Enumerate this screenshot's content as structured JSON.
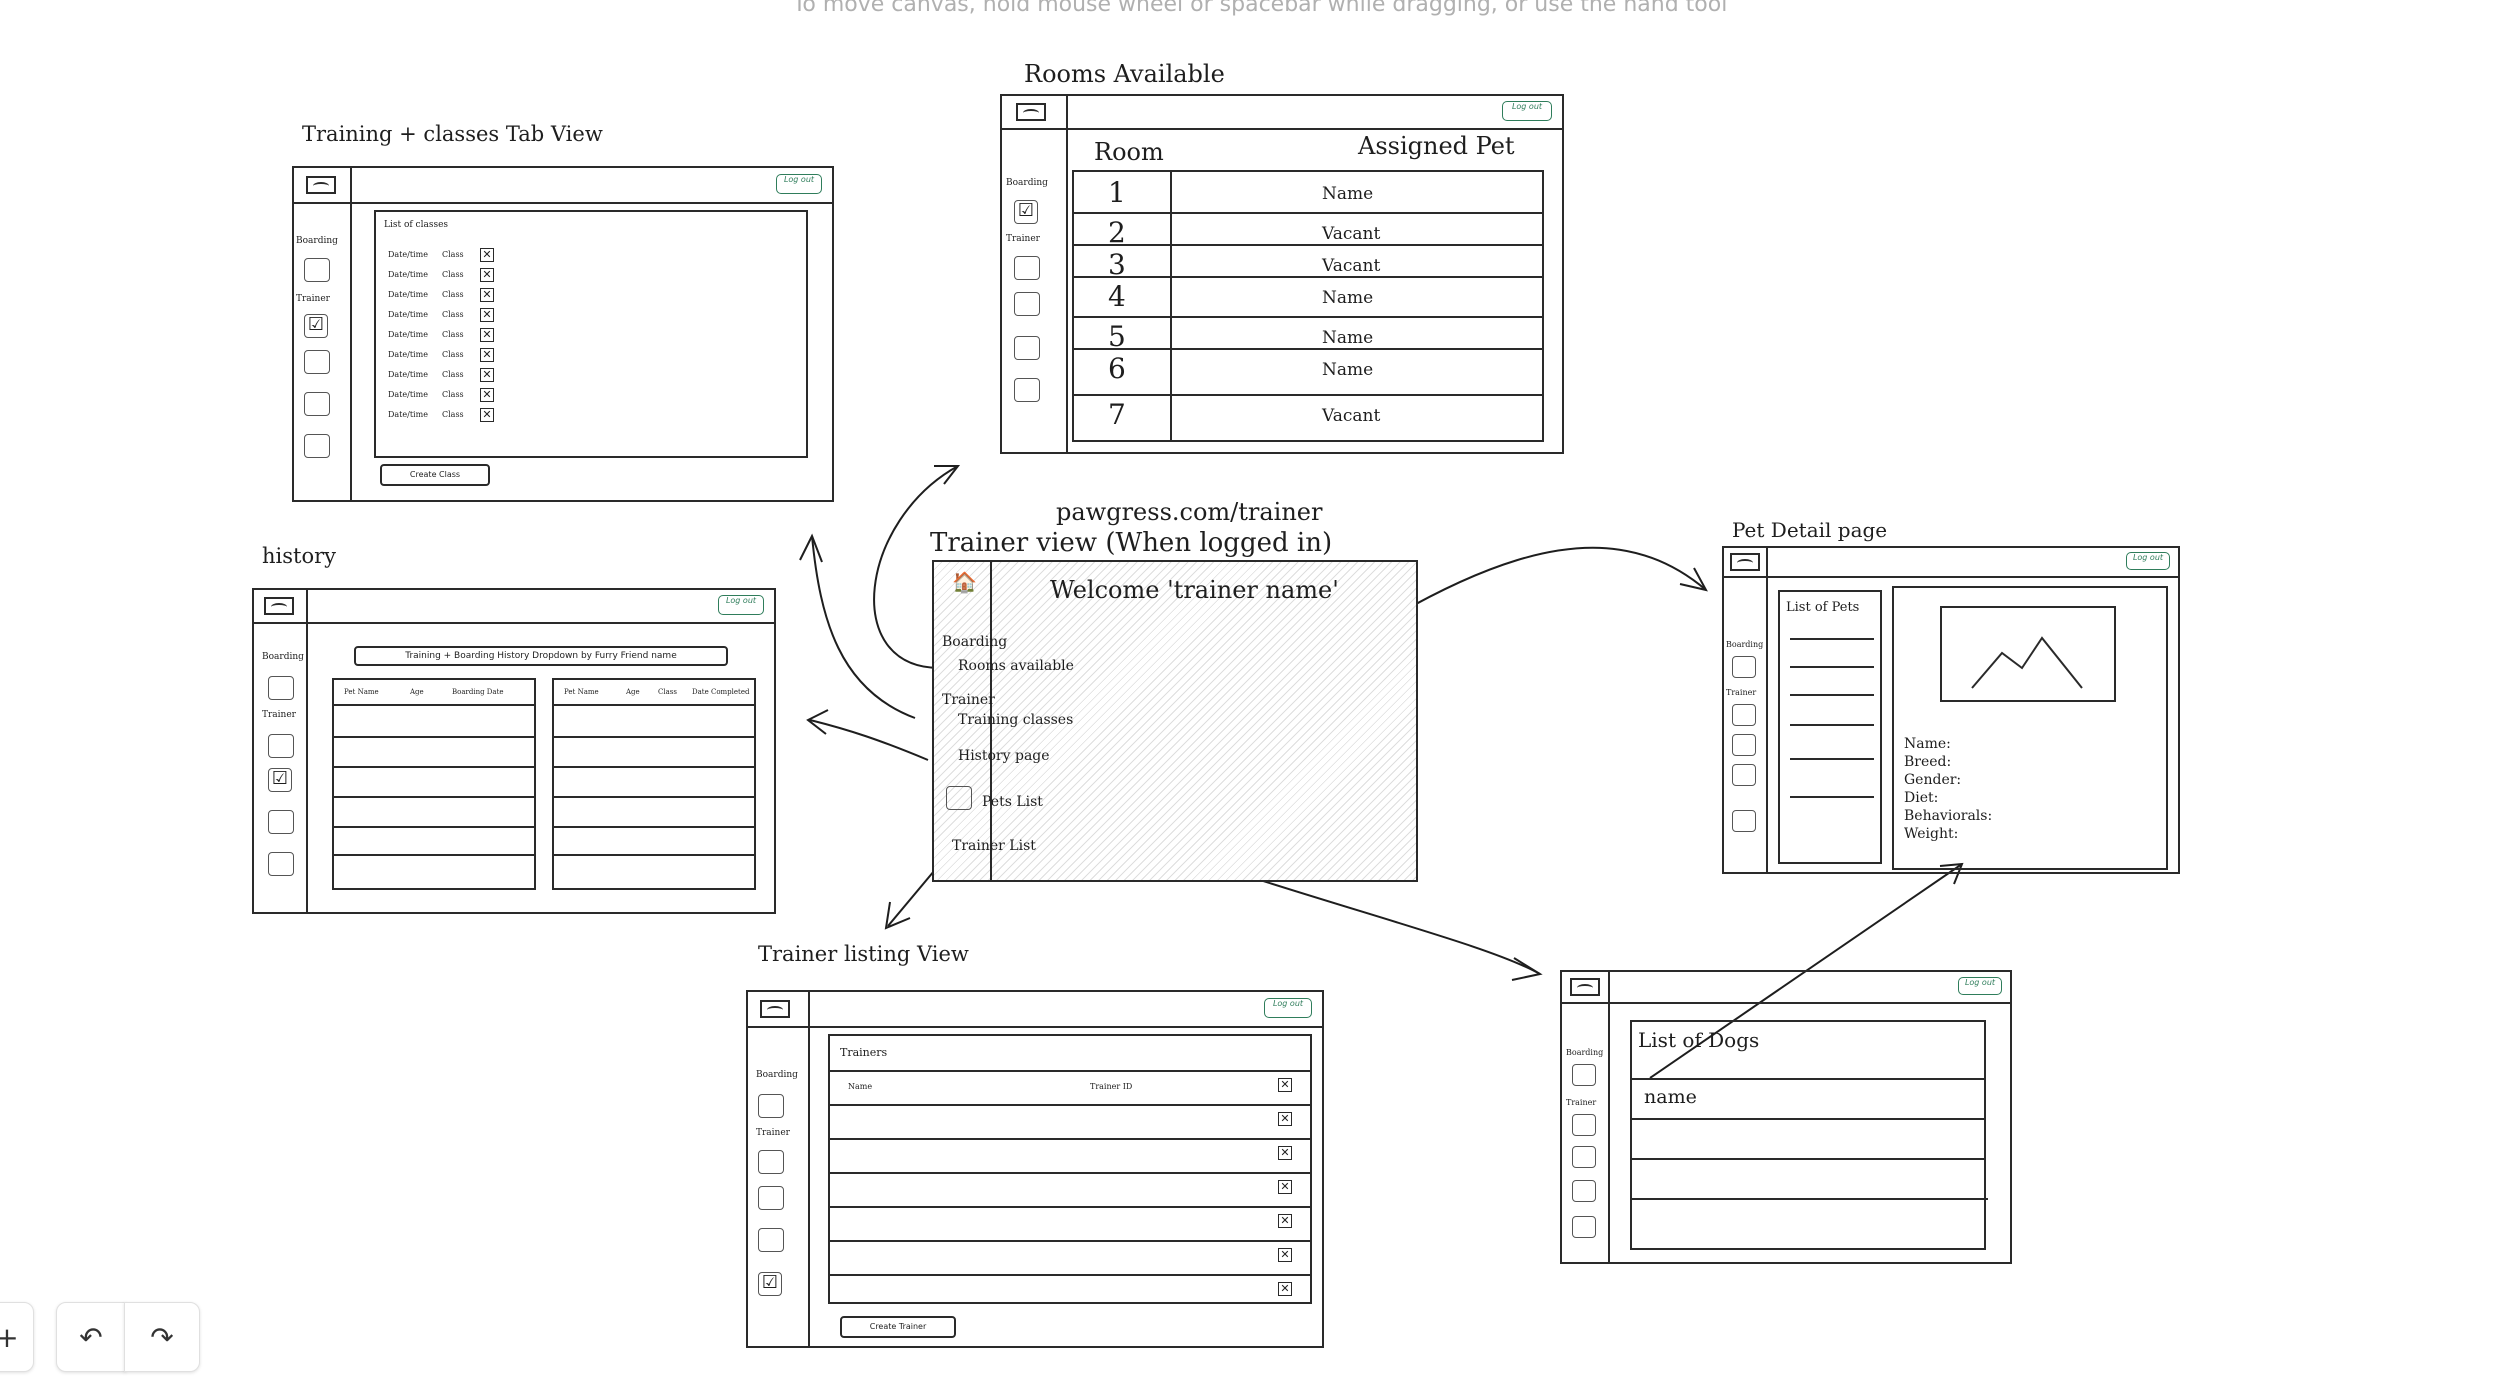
{
  "canvas_hint": "To move canvas, hold mouse wheel or spacebar while dragging, or use the hand tool",
  "common": {
    "boarding": "Boarding",
    "trainer": "Trainer",
    "logout": "Log out"
  },
  "training": {
    "title": "Training + classes Tab View",
    "list_title": "List of classes",
    "rows": [
      {
        "date": "Date/time",
        "cls": "Class"
      },
      {
        "date": "Date/time",
        "cls": "Class"
      },
      {
        "date": "Date/time",
        "cls": "Class"
      },
      {
        "date": "Date/time",
        "cls": "Class"
      },
      {
        "date": "Date/time",
        "cls": "Class"
      },
      {
        "date": "Date/time",
        "cls": "Class"
      },
      {
        "date": "Date/time",
        "cls": "Class"
      },
      {
        "date": "Date/time",
        "cls": "Class"
      },
      {
        "date": "Date/time",
        "cls": "Class"
      }
    ],
    "button": "Create Class"
  },
  "rooms": {
    "title": "Rooms Available",
    "col_room": "Room",
    "col_pet": "Assigned Pet",
    "rows": [
      {
        "num": "1",
        "pet": "Name"
      },
      {
        "num": "2",
        "pet": "Vacant"
      },
      {
        "num": "3",
        "pet": "Vacant"
      },
      {
        "num": "4",
        "pet": "Name"
      },
      {
        "num": "5",
        "pet": "Name"
      },
      {
        "num": "6",
        "pet": "Name"
      },
      {
        "num": "7",
        "pet": "Vacant"
      }
    ]
  },
  "history": {
    "title": "history",
    "dropdown": "Training + Boarding History Dropdown by Furry Friend name",
    "left_headers": [
      "Pet Name",
      "Age",
      "Boarding Date"
    ],
    "right_headers": [
      "Pet Name",
      "Age",
      "Class",
      "Date Completed"
    ]
  },
  "main": {
    "url": "pawgress.com/trainer",
    "title": "Trainer view (When logged in)",
    "welcome": "Welcome 'trainer name'",
    "links": [
      "Rooms available",
      "Training classes",
      "History page",
      "Pets List",
      "Trainer List"
    ]
  },
  "pet_detail": {
    "title": "Pet Detail page",
    "list_title": "List of Pets",
    "fields": [
      "Name:",
      "Breed:",
      "Gender:",
      "Diet:",
      "Behaviorals:",
      "Weight:"
    ]
  },
  "trainers": {
    "title": "Trainer listing View",
    "box_title": "Trainers",
    "col_name": "Name",
    "col_id": "Trainer ID",
    "button": "Create Trainer"
  },
  "dogs": {
    "title": "List of Dogs",
    "first_row": "name"
  },
  "toolbar": {
    "plus": "+",
    "undo": "↶",
    "redo": "↷"
  }
}
